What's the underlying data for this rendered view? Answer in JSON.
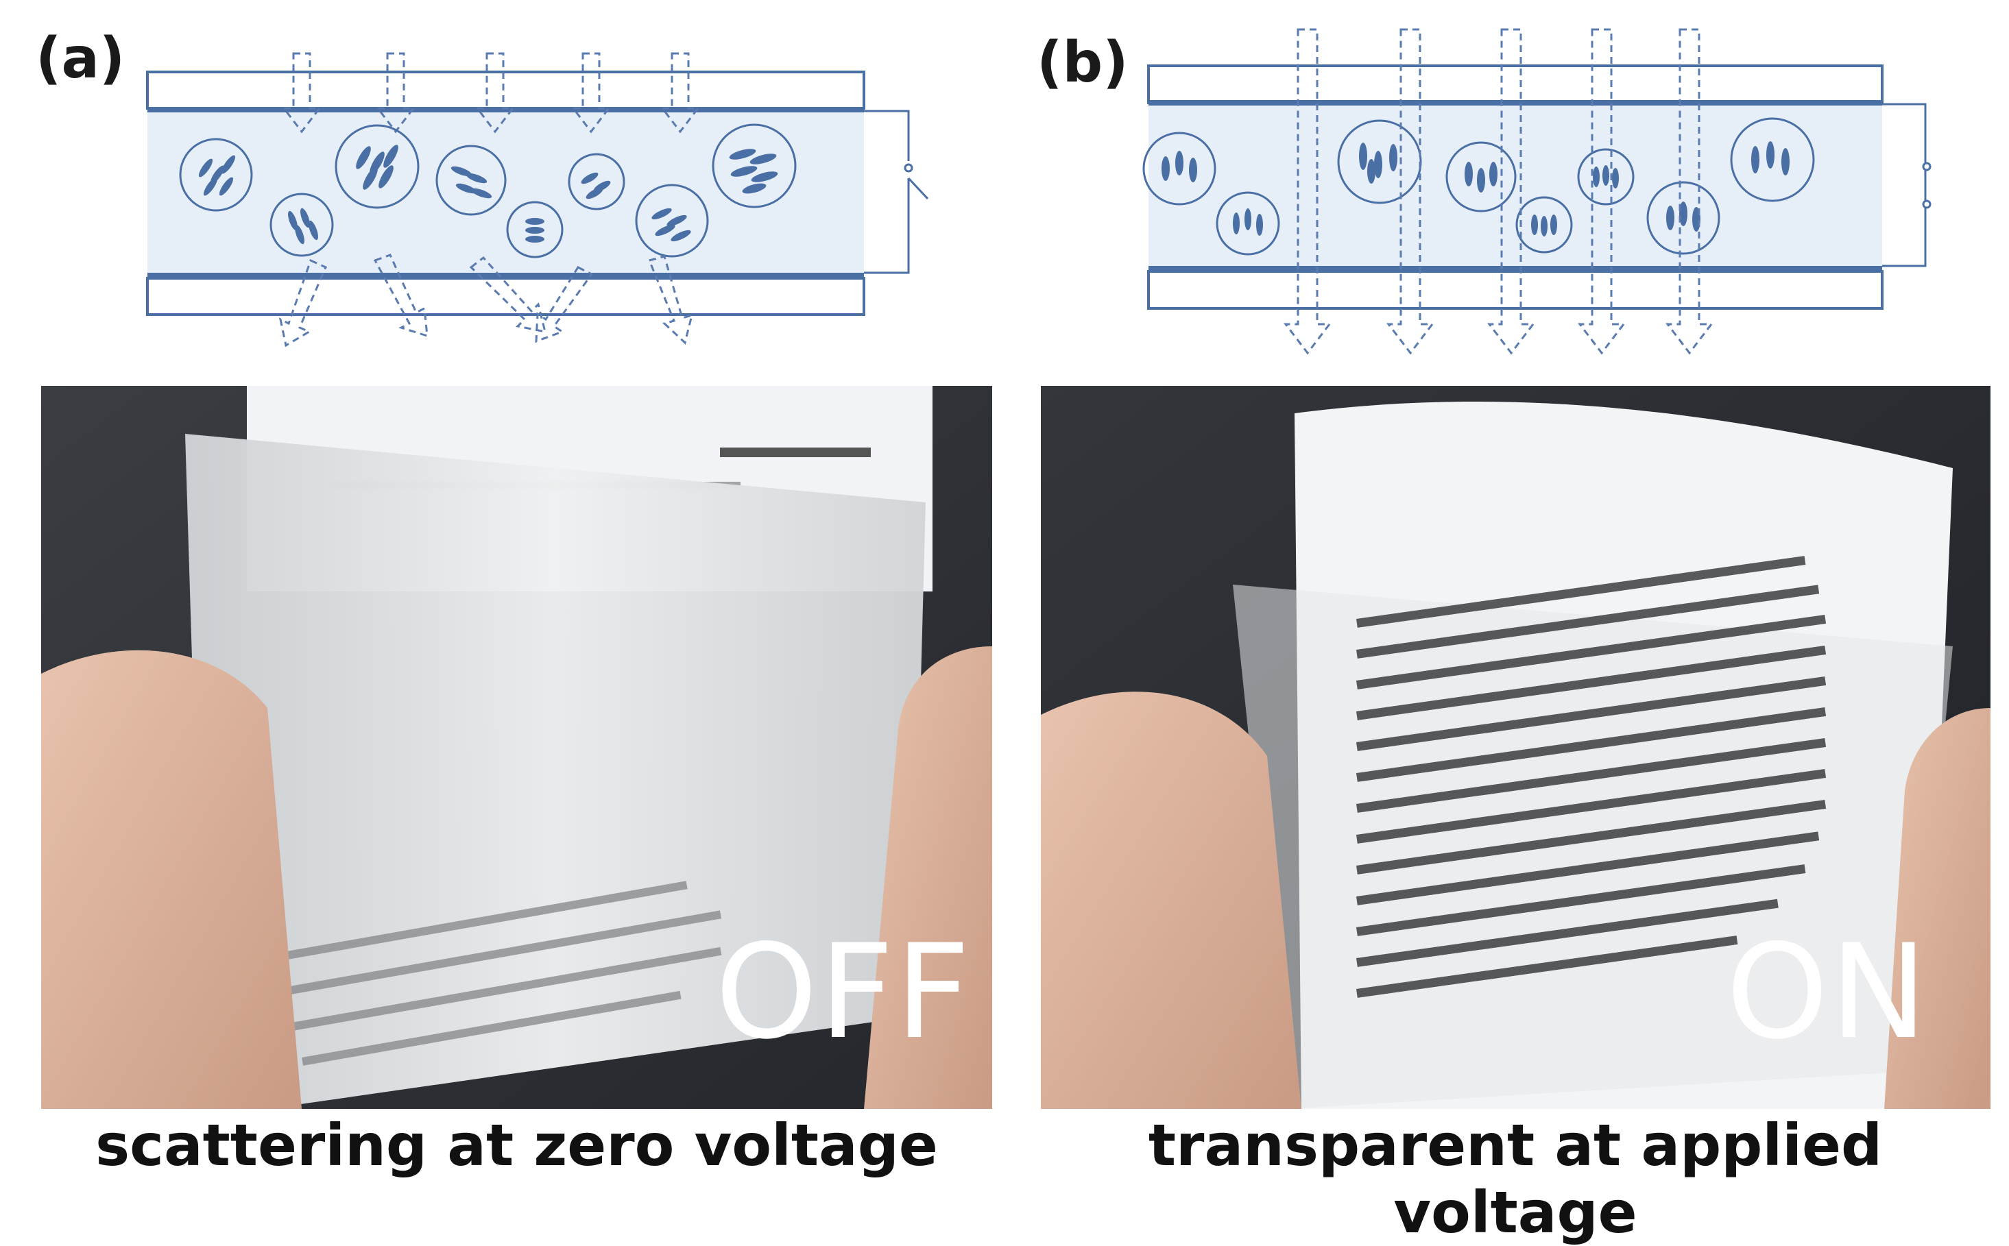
{
  "panel_a": {
    "label": "(a)",
    "state": "OFF",
    "caption": "scattering at zero voltage"
  },
  "panel_b": {
    "label": "(b)",
    "state": "ON",
    "caption": "transparent at applied voltage"
  },
  "colors": {
    "electrode": "#4a6fa5",
    "lc_fill": "#e6eef8",
    "droplet": "#4a6fa5",
    "arrow": "#5a7bb0",
    "photo_bg_dark": "#2b2e33",
    "film": "#e9ecef"
  }
}
